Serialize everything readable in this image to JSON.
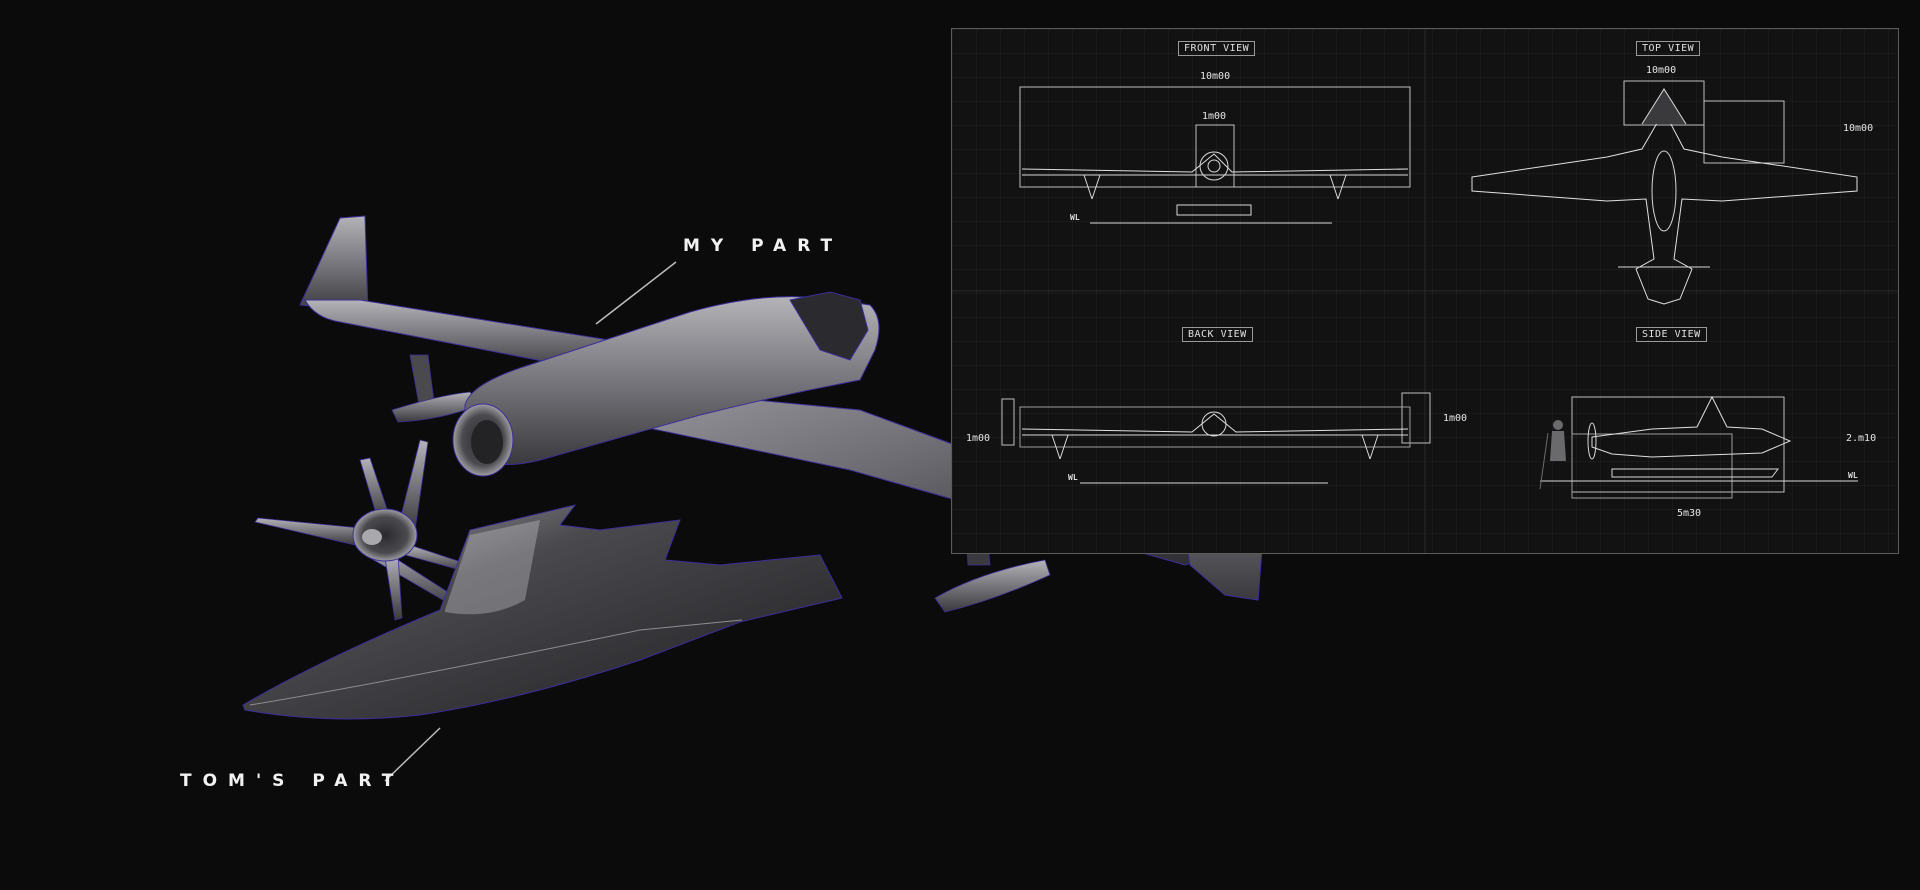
{
  "callouts": {
    "my_part": "MY PART",
    "toms_part": "TOM'S PART"
  },
  "views": {
    "front": {
      "label": "FRONT VIEW",
      "dim_span": "10m00",
      "dim_body": "1m00",
      "wl": "WL"
    },
    "top": {
      "label": "TOP VIEW",
      "dim_span": "10m00",
      "dim_length": "10m00"
    },
    "back": {
      "label": "BACK VIEW",
      "dim_left": "1m00",
      "dim_right": "1m00",
      "wl": "WL"
    },
    "side": {
      "label": "SIDE VIEW",
      "dim_height": "2.m10",
      "dim_length": "5m30",
      "wl": "WL"
    }
  },
  "colors": {
    "background": "#0b0b0c",
    "model_edge": "#3a2f9a",
    "blueprint_line": "#d8d8d8"
  }
}
